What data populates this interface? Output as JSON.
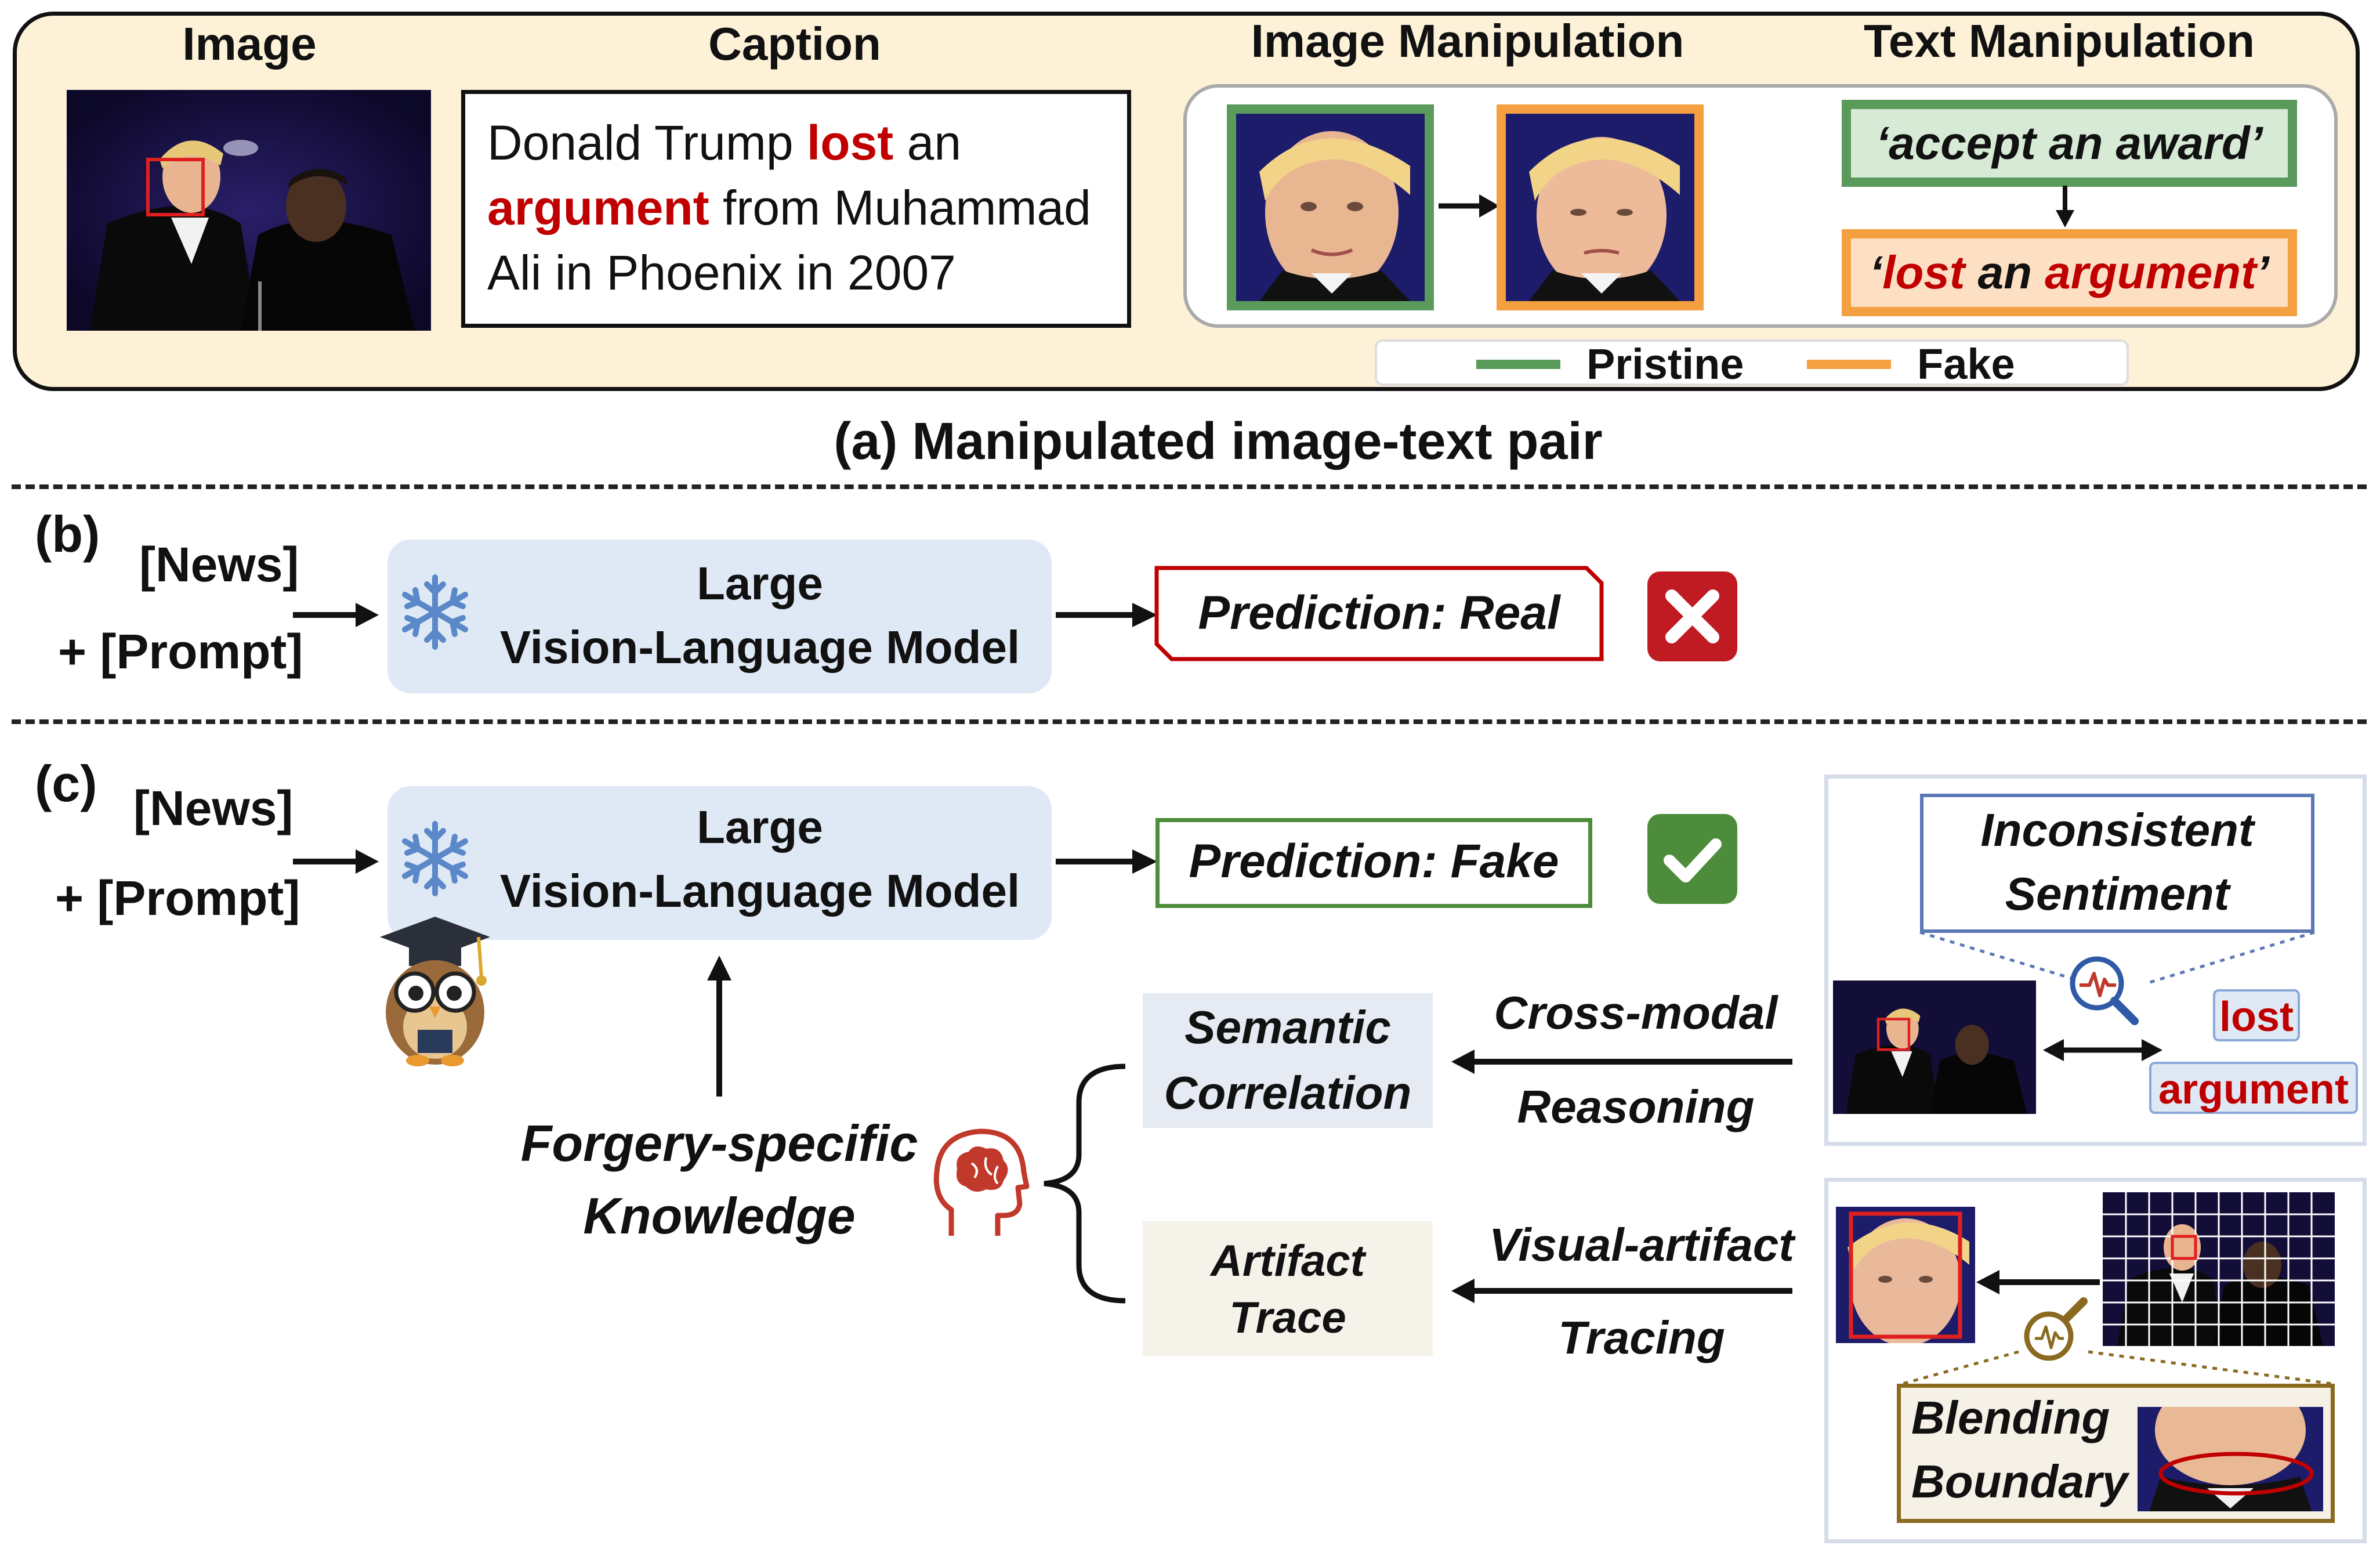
{
  "panel_a": {
    "image_header": "Image",
    "caption_header": "Caption",
    "image_manip_header": "Image Manipulation",
    "text_manip_header": "Text Manipulation",
    "caption": {
      "part1": "Donald Trump ",
      "highlight1": "lost",
      "part2": " an",
      "highlight2": "argument",
      "part3": " from Muhammad",
      "line3": "Ali in Phoenix in 2007"
    },
    "text_pristine": "‘accept an award’",
    "text_fake": {
      "q_open": "‘",
      "w1": "lost",
      "mid": " an ",
      "w2": "argument",
      "q_close": "’"
    },
    "legend": [
      {
        "label": "Pristine",
        "color": "#5a9a5a"
      },
      {
        "label": "Fake",
        "color": "#f4a040"
      }
    ],
    "subtitle": "(a) Manipulated image-text pair"
  },
  "panel_b": {
    "label": "(b)",
    "input_news": "[News]",
    "input_prompt": "+ [Prompt]",
    "model_line1": "Large",
    "model_line2": "Vision-Language Model",
    "prediction": "Prediction: Real",
    "result_icon": "cross-icon"
  },
  "panel_c": {
    "label": "(c)",
    "input_news": "[News]",
    "input_prompt": "+ [Prompt]",
    "model_line1": "Large",
    "model_line2": "Vision-Language Model",
    "prediction": "Prediction: Fake",
    "result_icon": "check-icon",
    "knowledge_line1": "Forgery-specific",
    "knowledge_line2": "Knowledge",
    "semantic_line1": "Semantic",
    "semantic_line2": "Correlation",
    "artifact_line1": "Artifact",
    "artifact_line2": "Trace",
    "crossmodal_line1": "Cross-modal",
    "crossmodal_line2": "Reasoning",
    "visual_line1": "Visual-artifact",
    "visual_line2": "Tracing",
    "inconsistent_line1": "Inconsistent",
    "inconsistent_line2": "Sentiment",
    "word_lost": "lost",
    "word_argument": "argument",
    "blending_line1": "Blending",
    "blending_line2": "Boundary"
  },
  "colors": {
    "red": "#c00000",
    "green_border": "#5a9a5a",
    "orange_border": "#f4a040",
    "panel_a_bg": "#fdf1d8",
    "model_bg": "#dfe9f5",
    "cross_bg": "#c01a22",
    "check_bg": "#4c8c3a"
  }
}
